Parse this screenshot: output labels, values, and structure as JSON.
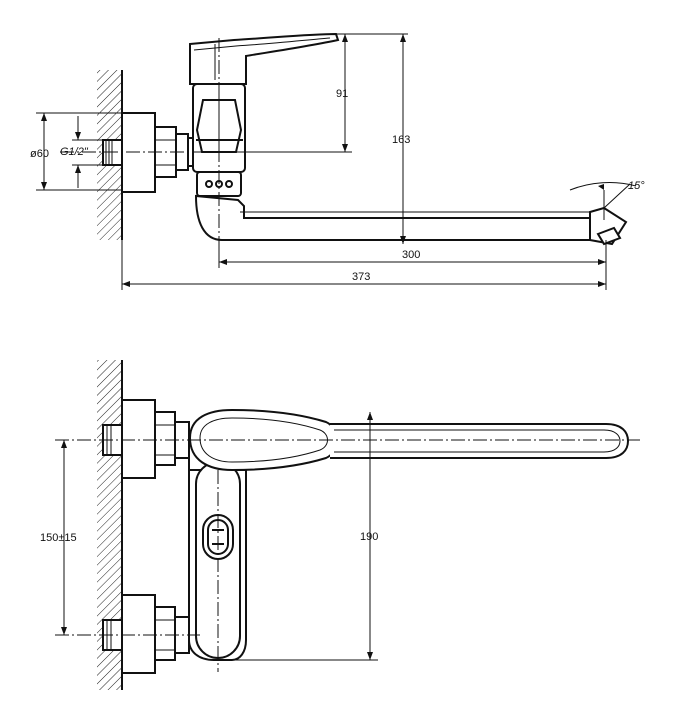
{
  "top_view": {
    "dim_handle_height": "91",
    "dim_total_height": "163",
    "dim_inlet_diameter": "ø60",
    "dim_thread": "G1/2\"",
    "dim_spout_length": "300",
    "dim_total_length": "373",
    "dim_spout_angle": "15°"
  },
  "bottom_view": {
    "dim_inlet_spacing": "150±15",
    "dim_body_height": "190"
  }
}
